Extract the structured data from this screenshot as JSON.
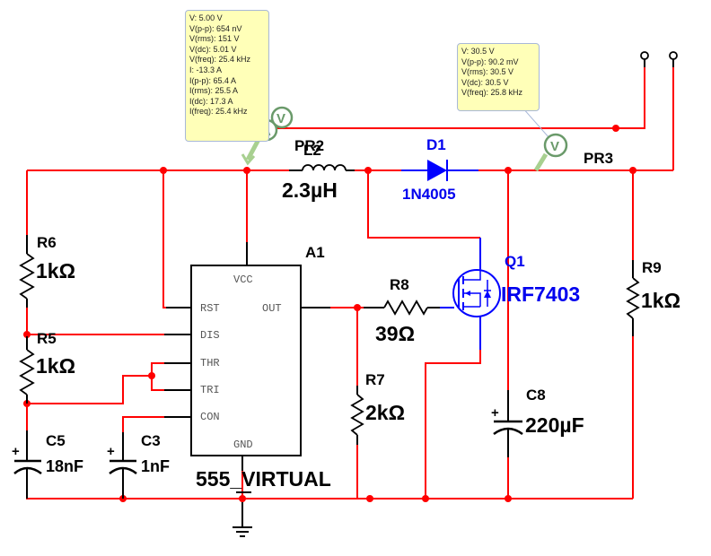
{
  "colors": {
    "wire": "#ff0000",
    "component": "#000000",
    "diode_mosfet": "#0000ff",
    "probe": "#5a8a5a",
    "probe_box_bg": "#ffffb8"
  },
  "probes": {
    "pr2": {
      "label": "PR2",
      "icons": [
        "ammeter-icon",
        "voltmeter-icon"
      ],
      "icon_text": [
        "A",
        "V"
      ],
      "readings": [
        "V: 5.00 V",
        "V(p-p): 654 nV",
        "V(rms): 151 V",
        "V(dc): 5.01 V",
        "V(freq): 25.4 kHz",
        "I: -13.3 A",
        "I(p-p): 65.4 A",
        "I(rms): 25.5 A",
        "I(dc): 17.3 A",
        "I(freq): 25.4 kHz"
      ]
    },
    "pr3": {
      "label": "PR3",
      "icons": [
        "voltmeter-icon"
      ],
      "icon_text": [
        "V"
      ],
      "readings": [
        "V: 30.5 V",
        "V(p-p): 90.2 mV",
        "V(rms): 30.5 V",
        "V(dc): 30.5 V",
        "V(freq): 25.8 kHz"
      ]
    }
  },
  "components": {
    "L2": {
      "ref": "L2",
      "value": "2.3µH"
    },
    "D1": {
      "ref": "D1",
      "value": "1N4005"
    },
    "Q1": {
      "ref": "Q1",
      "value": "IRF7403"
    },
    "R6": {
      "ref": "R6",
      "value": "1kΩ"
    },
    "R5": {
      "ref": "R5",
      "value": "1kΩ"
    },
    "R8": {
      "ref": "R8",
      "value": "39Ω"
    },
    "R7": {
      "ref": "R7",
      "value": "2kΩ"
    },
    "R9": {
      "ref": "R9",
      "value": "1kΩ"
    },
    "C5": {
      "ref": "C5",
      "value": "18nF"
    },
    "C3": {
      "ref": "C3",
      "value": "1nF"
    },
    "C8": {
      "ref": "C8",
      "value": "220µF"
    },
    "A1": {
      "ref": "A1",
      "value": "555_VIRTUAL",
      "pins": {
        "vcc": "VCC",
        "rst": "RST",
        "dis": "DIS",
        "thr": "THR",
        "tri": "TRI",
        "con": "CON",
        "out": "OUT",
        "gnd": "GND"
      }
    }
  },
  "symbols": {
    "plus": "+"
  }
}
